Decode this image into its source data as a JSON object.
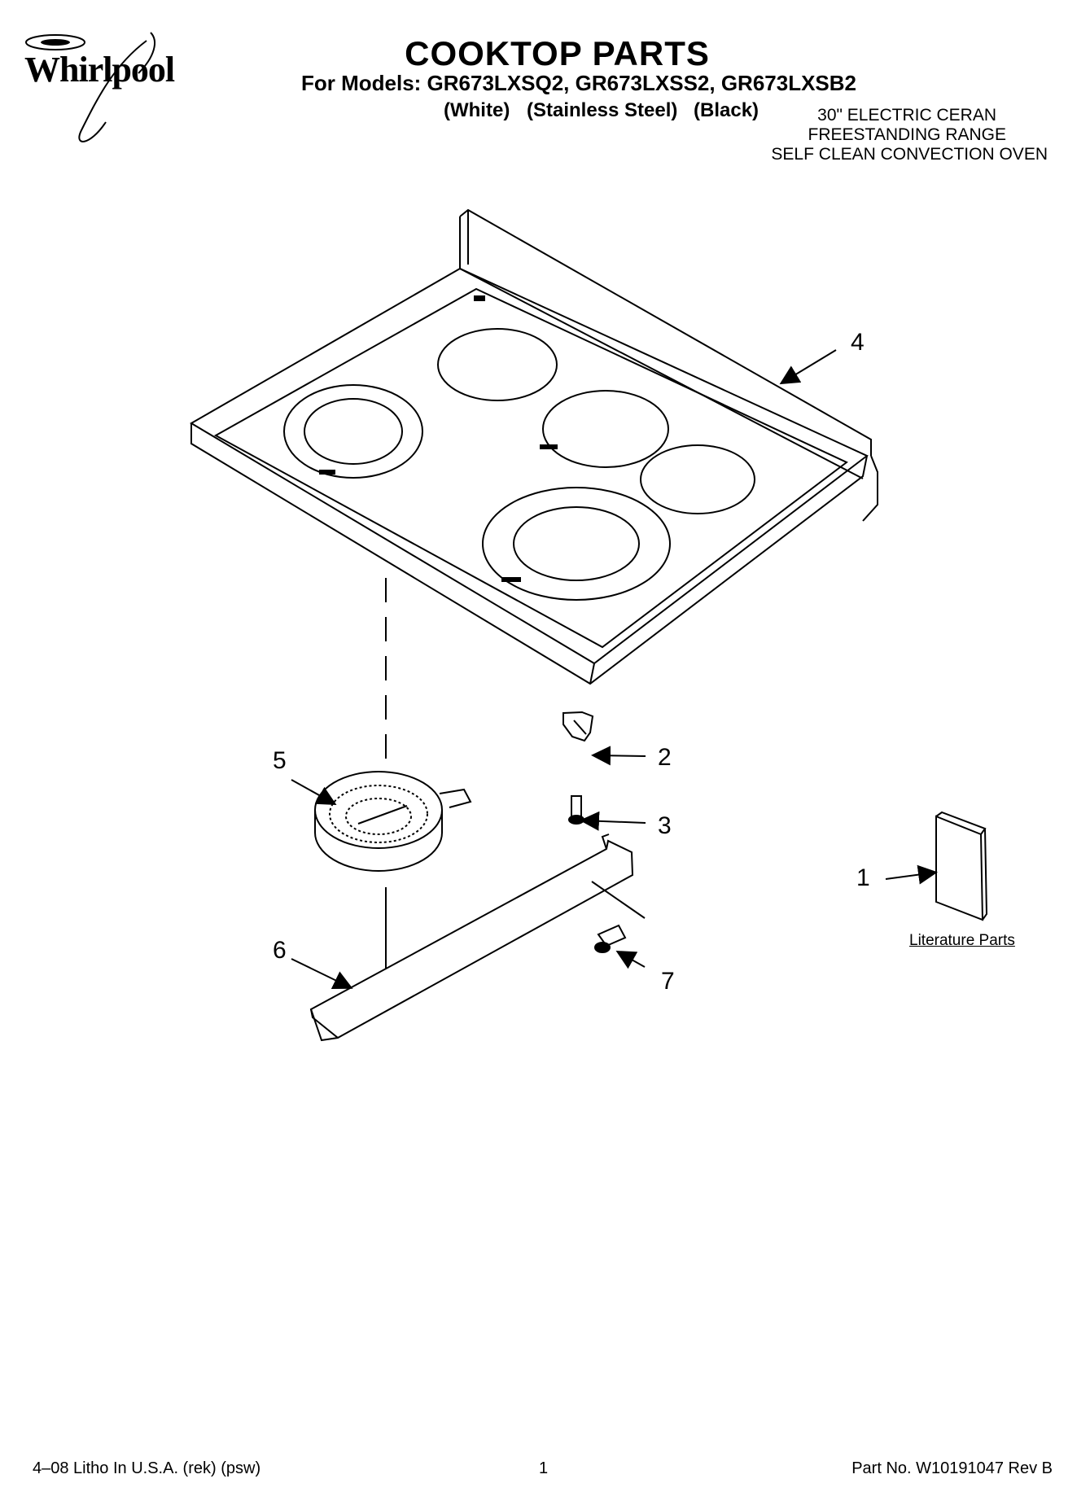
{
  "brand": {
    "logo_text": "Whirlpool"
  },
  "header": {
    "title": "COOKTOP PARTS",
    "models": "For Models: GR673LXSQ2, GR673LXSS2, GR673LXSB2",
    "variants": [
      "(White)",
      "(Stainless Steel)",
      "(Black)"
    ],
    "description": [
      "30\" ELECTRIC CERAN",
      "FREESTANDING RANGE",
      "SELF CLEAN CONVECTION OVEN"
    ]
  },
  "callouts": [
    "1",
    "2",
    "3",
    "4",
    "5",
    "6",
    "7"
  ],
  "literature_label": "Literature Parts",
  "footer": {
    "left": "4–08 Litho In U.S.A. (rek) (psw)",
    "page": "1",
    "part_no": "Part No. W10191047 Rev B"
  }
}
